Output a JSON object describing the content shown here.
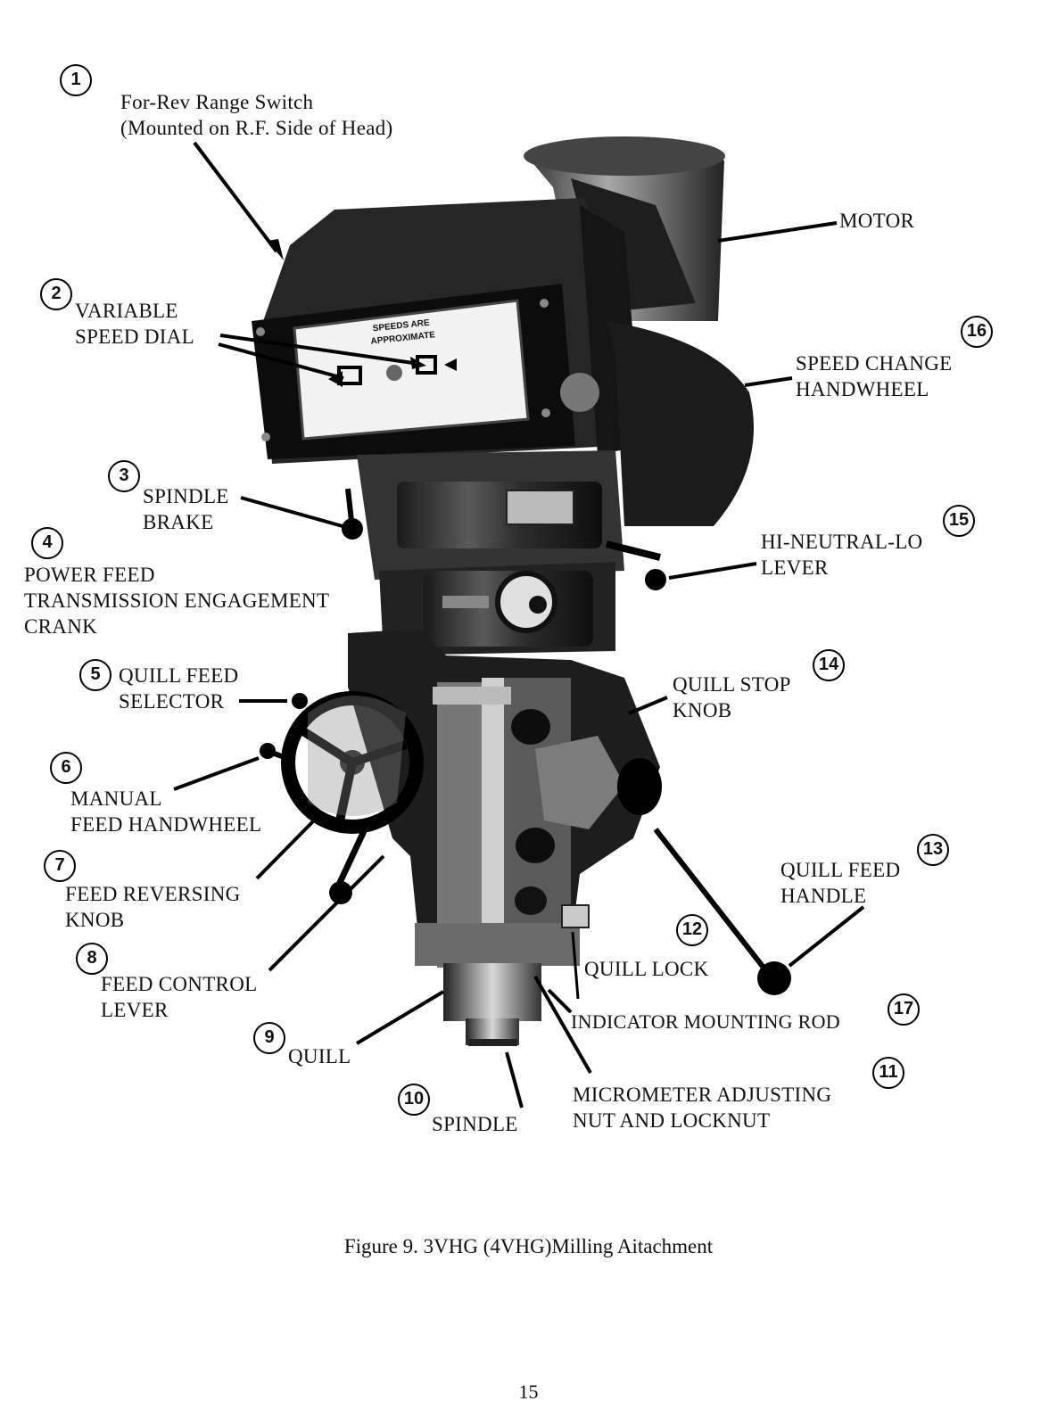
{
  "callouts": [
    {
      "num": "1",
      "text": "For-Rev Range Switch\n(Mounted on R.F. Side of Head)"
    },
    {
      "num": "2",
      "text": "VARIABLE\nSPEED DIAL"
    },
    {
      "num": "3",
      "text": "SPINDLE\nBRAKE"
    },
    {
      "num": "4",
      "text": "POWER FEED\nTRANSMISSION ENGAGEMENT\nCRANK"
    },
    {
      "num": "5",
      "text": "QUILL FEED\nSELECTOR"
    },
    {
      "num": "6",
      "text": "MANUAL\nFEED HANDWHEEL"
    },
    {
      "num": "7",
      "text": "FEED REVERSING\nKNOB"
    },
    {
      "num": "8",
      "text": "FEED CONTROL\nLEVER"
    },
    {
      "num": "9",
      "text": "QUILL"
    },
    {
      "num": "10",
      "text": "SPINDLE"
    },
    {
      "num": "11",
      "text": "MICROMETER ADJUSTING\nNUT AND LOCKNUT"
    },
    {
      "num": "12",
      "text": "QUILL LOCK"
    },
    {
      "num": "13",
      "text": "QUILL FEED\nHANDLE"
    },
    {
      "num": "14",
      "text": "QUILL STOP\nKNOB"
    },
    {
      "num": "15",
      "text": "HI-NEUTRAL-LO\nLEVER"
    },
    {
      "num": "16",
      "text": "SPEED CHANGE\nHANDWHEEL"
    },
    {
      "num": "17",
      "text": "INDICATOR MOUNTING ROD"
    }
  ],
  "motor_label": "MOTOR",
  "dial_plate_text": "SPEEDS ARE\nAPPROXIMATE",
  "caption": "Figure 9. 3VHG (4VHG)Milling Aitachment",
  "page_number": "15"
}
